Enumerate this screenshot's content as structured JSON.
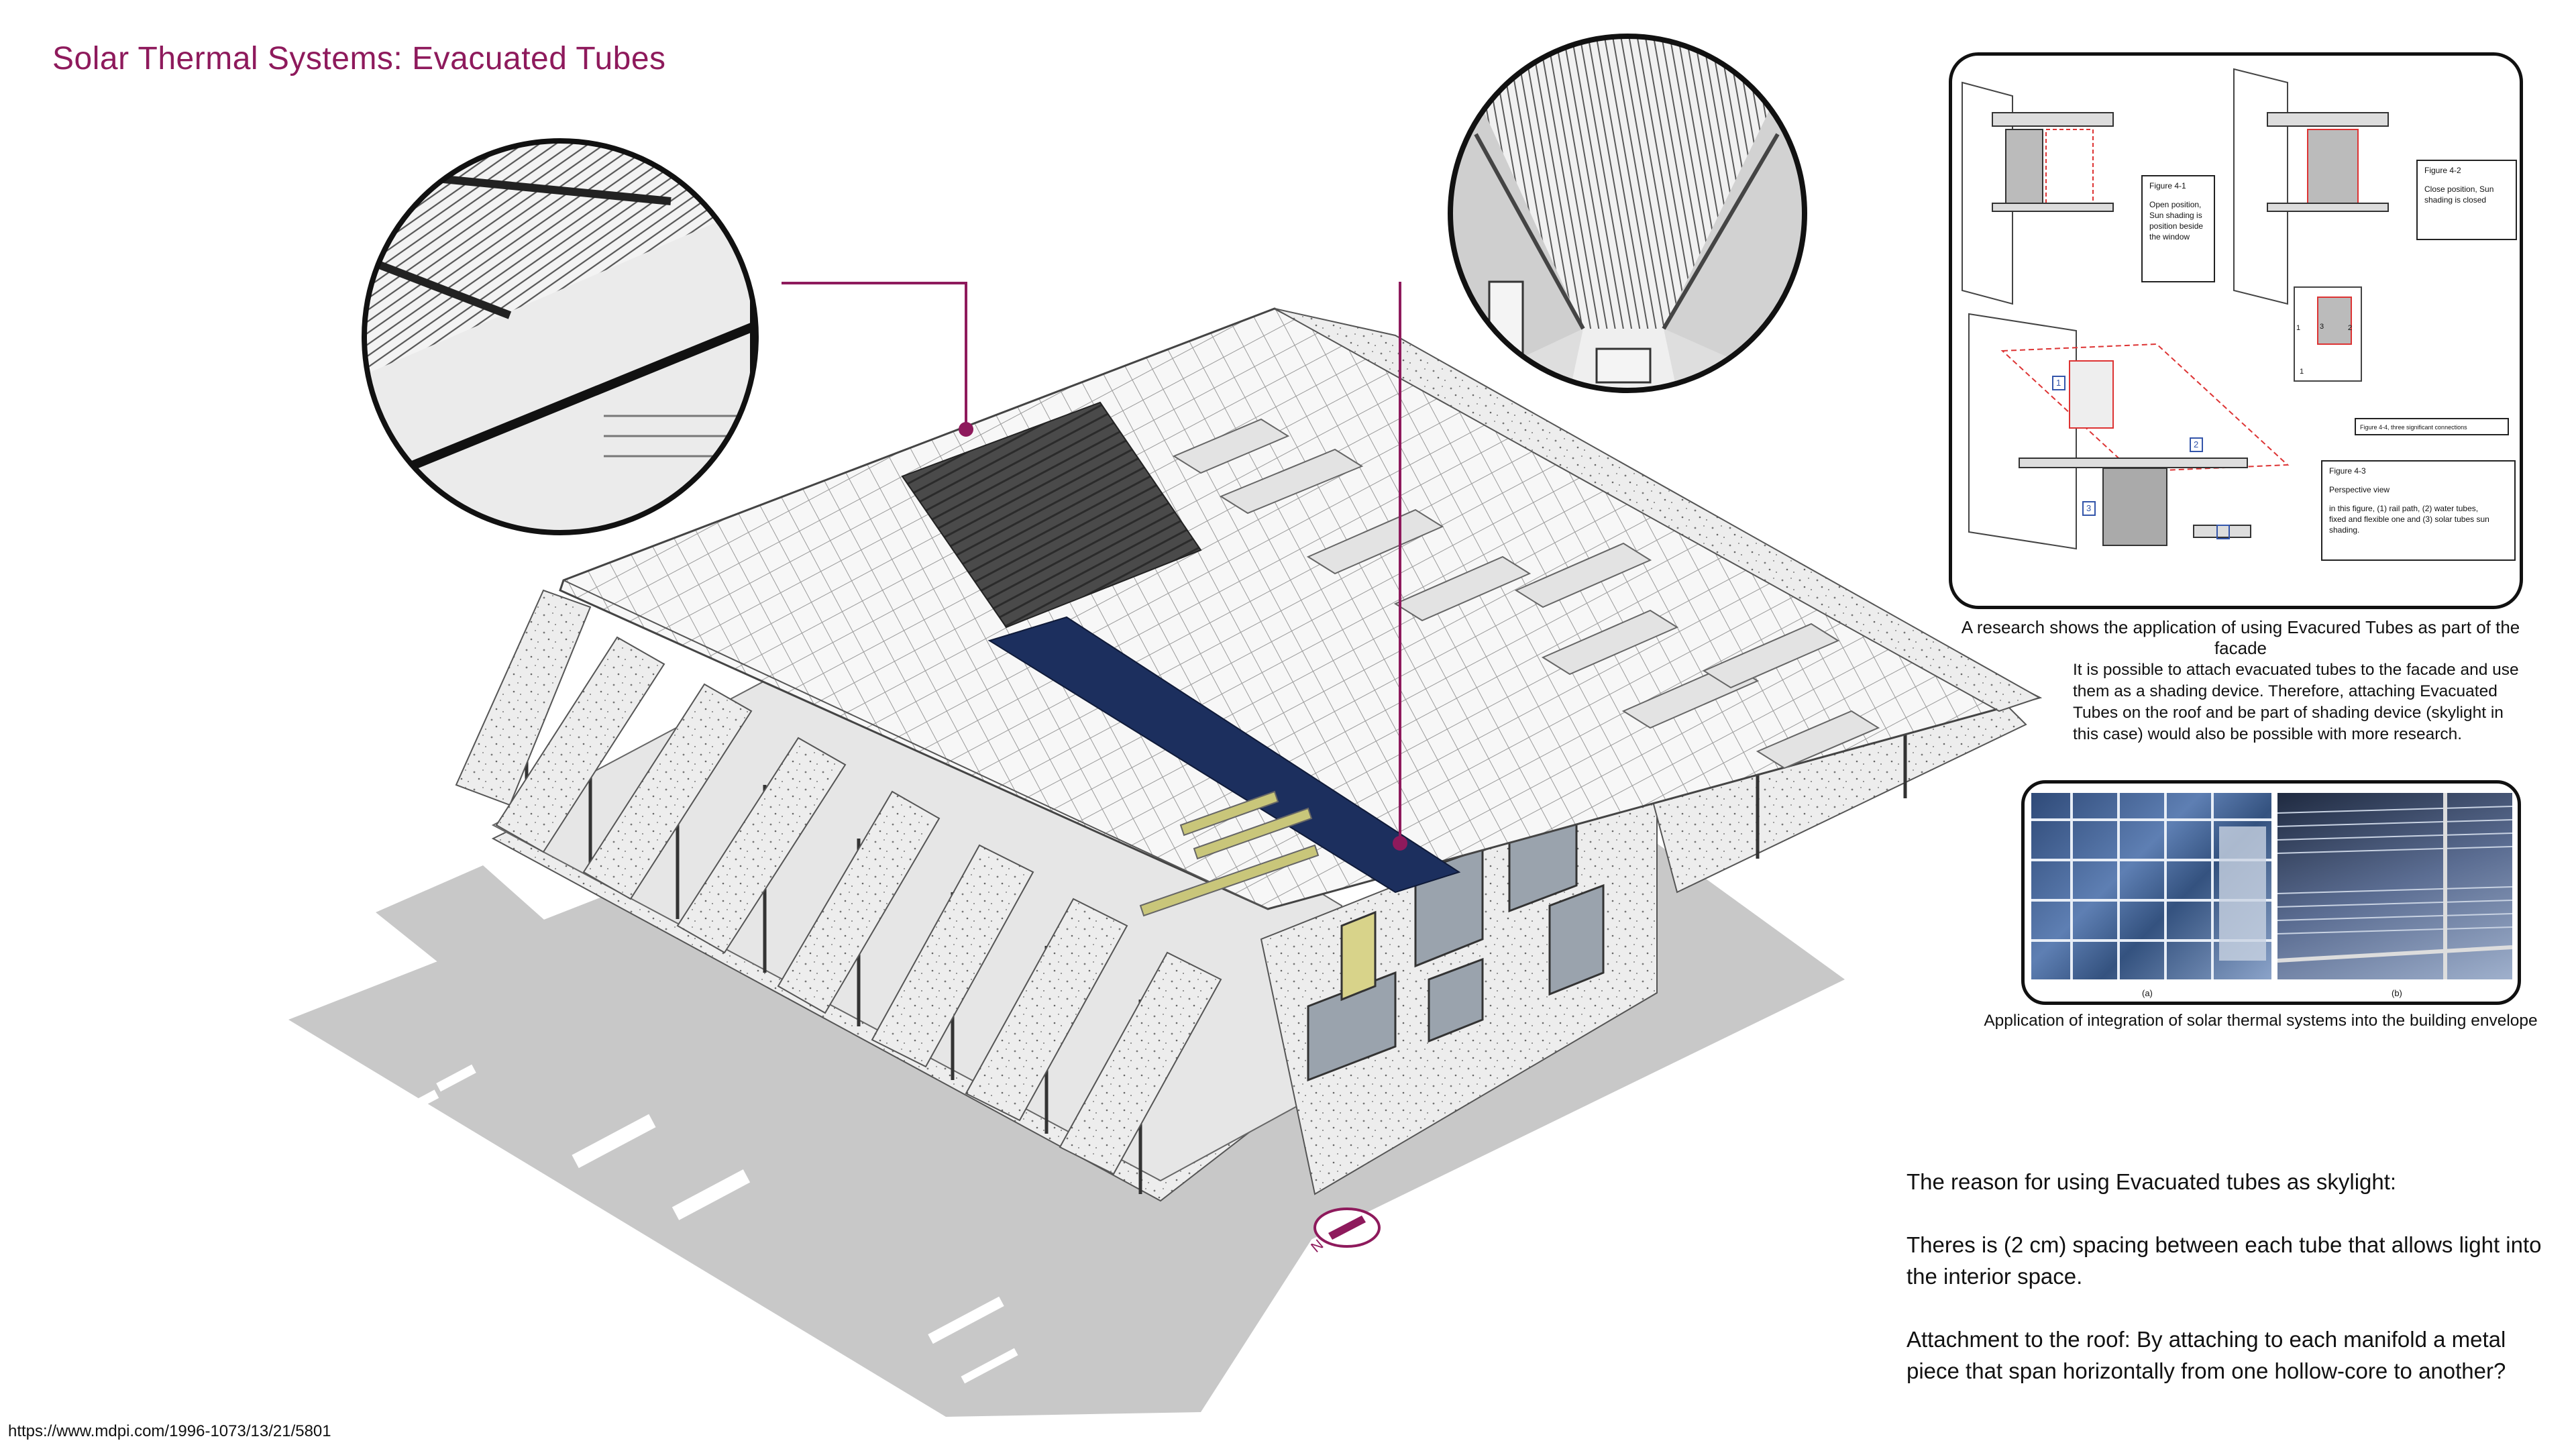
{
  "title": "Solar Thermal Systems: Evacuated Tubes",
  "research": {
    "caption": "A research shows the application of using Evacured Tubes as part of the facade",
    "figures": [
      {
        "id": "fig-4-1",
        "lines": [
          "Figure 4-1",
          "",
          "Open position,",
          "Sun shading is",
          "position beside",
          "the window"
        ]
      },
      {
        "id": "fig-4-2",
        "lines": [
          "Figure 4-2",
          "",
          "Close position, Sun",
          "shading is closed"
        ]
      },
      {
        "id": "fig-4-3",
        "lines": [
          "Figure 4-3",
          "",
          "Perspective view",
          "",
          " in this figure, (1) rail path, (2) water tubes,",
          "fixed and flexible one and (3) solar tubes sun",
          "shading."
        ]
      },
      {
        "id": "fig-4-4",
        "lines": [
          "Figure 4-4, three significant connections"
        ]
      }
    ],
    "callout_numbers": [
      "1",
      "2",
      "3",
      "1",
      "2",
      "3",
      "1"
    ]
  },
  "facade_note": "It is possible to attach evacuated tubes to the facade and use them as a shading device. Therefore, attaching Evacuated Tubes on the roof  and be part of shading device (skylight in this case) would also be possible with more research.",
  "photos": {
    "caption": "Application of integration of solar thermal systems into the building envelope",
    "tags": [
      "(a)",
      "(b)"
    ]
  },
  "reason": {
    "heading": "The reason for using Evacuated tubes as skylight:",
    "para1": " Theres is (2 cm) spacing between each tube that allows light into the interior space.",
    "para2": "Attachment to the roof:  By attaching to each manifold a metal piece that span horizontally from one hollow-core to another?"
  },
  "source": "https://www.mdpi.com/1996-1073/13/21/5801",
  "north_label": "N",
  "colors": {
    "accent": "#8e1a5c",
    "skylight_blue": "#1c2f5e",
    "dark_tube_panel": "#4a4a4a",
    "yellow_panel": "#c9c67a",
    "shadow_grey": "#c8c8c8"
  }
}
